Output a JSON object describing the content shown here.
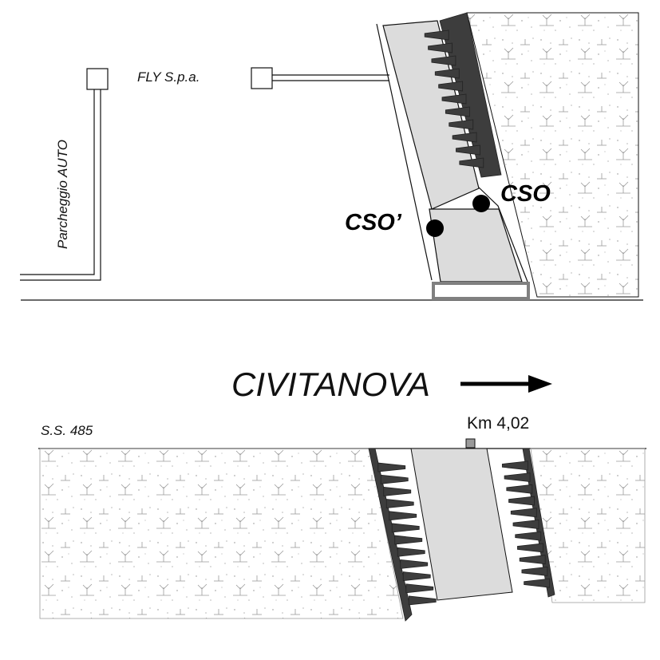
{
  "labels": {
    "parking": "Parcheggio AUTO",
    "company": "FLY S.p.a.",
    "station_1": "CSO",
    "station_2": "CSO’",
    "direction": "CIVITANOVA",
    "road": "S.S. 485",
    "km_marker": "Km 4,02"
  },
  "colors": {
    "ink": "#111111",
    "culvert_fill": "#dcdcdc",
    "wingwall": "#444444",
    "terrain_dots": "#888888",
    "headwall_border": "#808080"
  },
  "icons": {
    "direction_arrow": "arrow-right-icon",
    "station_marker": "filled-circle-icon"
  }
}
